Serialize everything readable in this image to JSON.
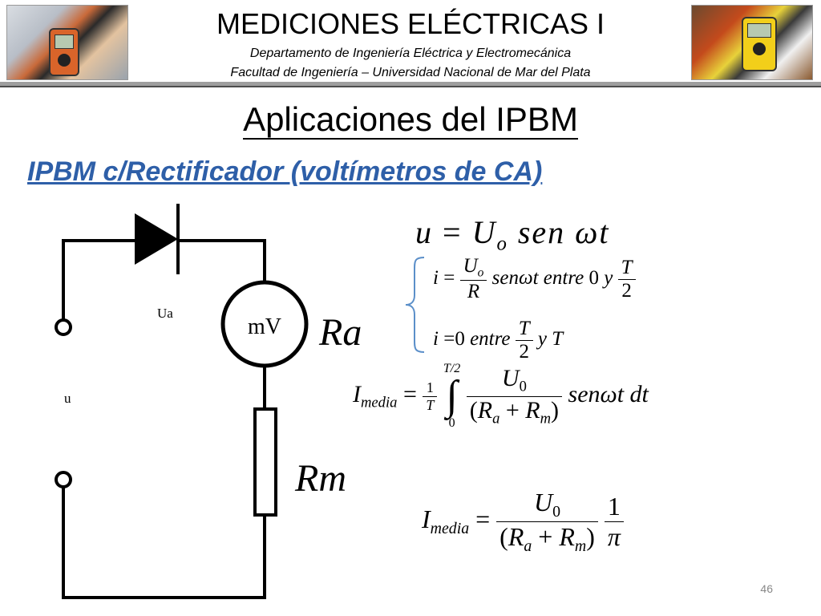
{
  "header": {
    "title": "MEDICIONES ELÉCTRICAS I",
    "department": "Departamento de Ingeniería Eléctrica y Electromecánica",
    "faculty": "Facultad de Ingeniería – Universidad Nacional de Mar del Plata"
  },
  "slide": {
    "title": "Aplicaciones del IPBM",
    "subtitle": "IPBM c/Rectificador (voltímetros de CA)",
    "page_number": "46"
  },
  "circuit": {
    "source_label": "u",
    "diode_voltage_label": "Ua",
    "meter_label": "mV",
    "meter_resistance_label": "Ra",
    "series_resistance_label": "Rm"
  },
  "equations": {
    "eq1": "u = Uo sen ωt",
    "eq2": "i = Uo/R senωt entre 0 y T/2",
    "eq3": "i = 0 entre T/2 y T",
    "eq4": "Imedia = 1/T ∫0^(T/2) U0/(Ra + Rm) senωt dt",
    "eq5": "Imedia = U0/(Ra + Rm) · 1/π"
  },
  "colors": {
    "subtitle": "#2e5fa8",
    "brace": "#5b8fc9",
    "header_rule": "#9e9e9e"
  }
}
